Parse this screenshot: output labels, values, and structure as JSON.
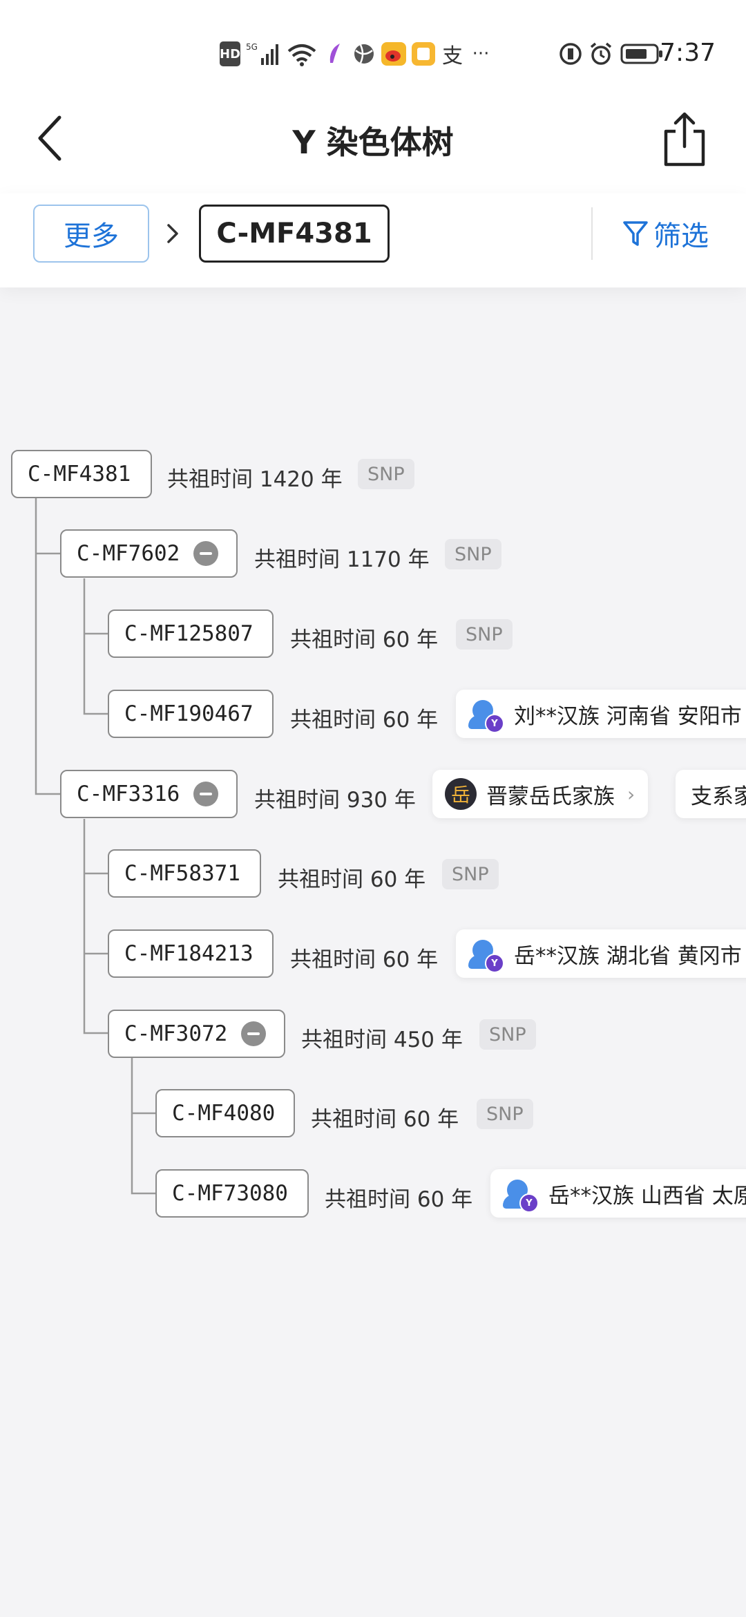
{
  "status_bar": {
    "left_icons": [
      "hd-icon",
      "5g-signal-icon",
      "wifi-icon",
      "feather-app-icon",
      "globe-app-icon",
      "weibo-icon",
      "notes-app-icon",
      "alipay-icon",
      "more-notifications-icon"
    ],
    "hd_label": "HD",
    "net_label": "5G",
    "alipay_label": "支",
    "more_label": "···",
    "time": "7:37"
  },
  "header": {
    "title": "Y 染色体树"
  },
  "breadcrumb": {
    "more_label": "更多",
    "current": "C-MF4381",
    "filter_label": "筛选"
  },
  "tree": {
    "snp_label": "SNP",
    "nodes": [
      {
        "id": "C-MF4381",
        "time": "共祖时间 1420 年"
      },
      {
        "id": "C-MF7602",
        "time": "共祖时间 1170 年"
      },
      {
        "id": "C-MF125807",
        "time": "共祖时间 60 年"
      },
      {
        "id": "C-MF190467",
        "time": "共祖时间 60 年"
      },
      {
        "id": "C-MF3316",
        "time": "共祖时间 930 年"
      },
      {
        "id": "C-MF58371",
        "time": "共祖时间 60 年"
      },
      {
        "id": "C-MF184213",
        "time": "共祖时间 60 年"
      },
      {
        "id": "C-MF3072",
        "time": "共祖时间 450 年"
      },
      {
        "id": "C-MF4080",
        "time": "共祖时间 60 年"
      },
      {
        "id": "C-MF73080",
        "time": "共祖时间 60 年"
      }
    ],
    "users": [
      {
        "text": "刘**汉族 河南省 安阳市"
      },
      {
        "text": "岳**汉族 湖北省 黄冈市"
      },
      {
        "text": "岳**汉族 山西省 太原"
      }
    ],
    "family": {
      "badge": "岳",
      "name": "晋蒙岳氏家族",
      "chevron": "›"
    },
    "branch_label": "支系家",
    "avatar_badge": "Y"
  },
  "colors": {
    "accent": "#1e73d8",
    "background": "#f4f4f6",
    "snp_bg": "#e7e7ea"
  }
}
